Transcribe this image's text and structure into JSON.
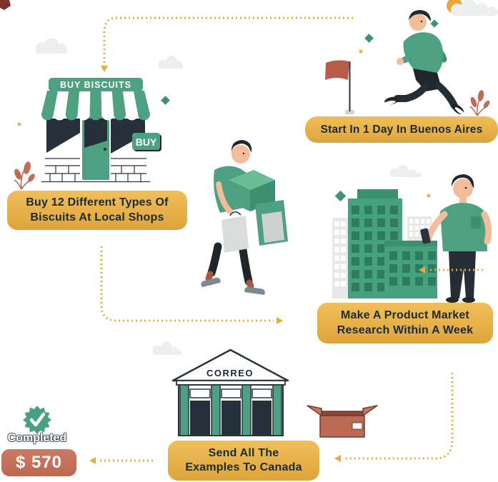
{
  "title": "Biscuit import process infographic",
  "colors": {
    "accent_gold": "#E8A943",
    "caption_gold": "#E7B048",
    "green": "#4DA081",
    "green_dark": "#3E8E71",
    "navy": "#25303B",
    "text_dark": "#1E2A32",
    "salmon": "#C4705C",
    "cloud": "#ECEFED"
  },
  "steps": {
    "shop": {
      "sign_label": "BUY BISCUITS",
      "buy_tag": "BUY",
      "caption_lines": [
        "Buy 12 Different Types Of",
        "Biscuits At Local Shops"
      ]
    },
    "start": {
      "caption": "Start In 1 Day In Buenos Aires"
    },
    "research": {
      "caption_lines": [
        "Make A Product Market",
        "Research Within A Week"
      ]
    },
    "send": {
      "building_sign": "CORREO",
      "caption_lines": [
        "Send All The",
        "Examples To Canada"
      ]
    },
    "completed": {
      "label": "Completed",
      "amount": "$ 570"
    }
  }
}
